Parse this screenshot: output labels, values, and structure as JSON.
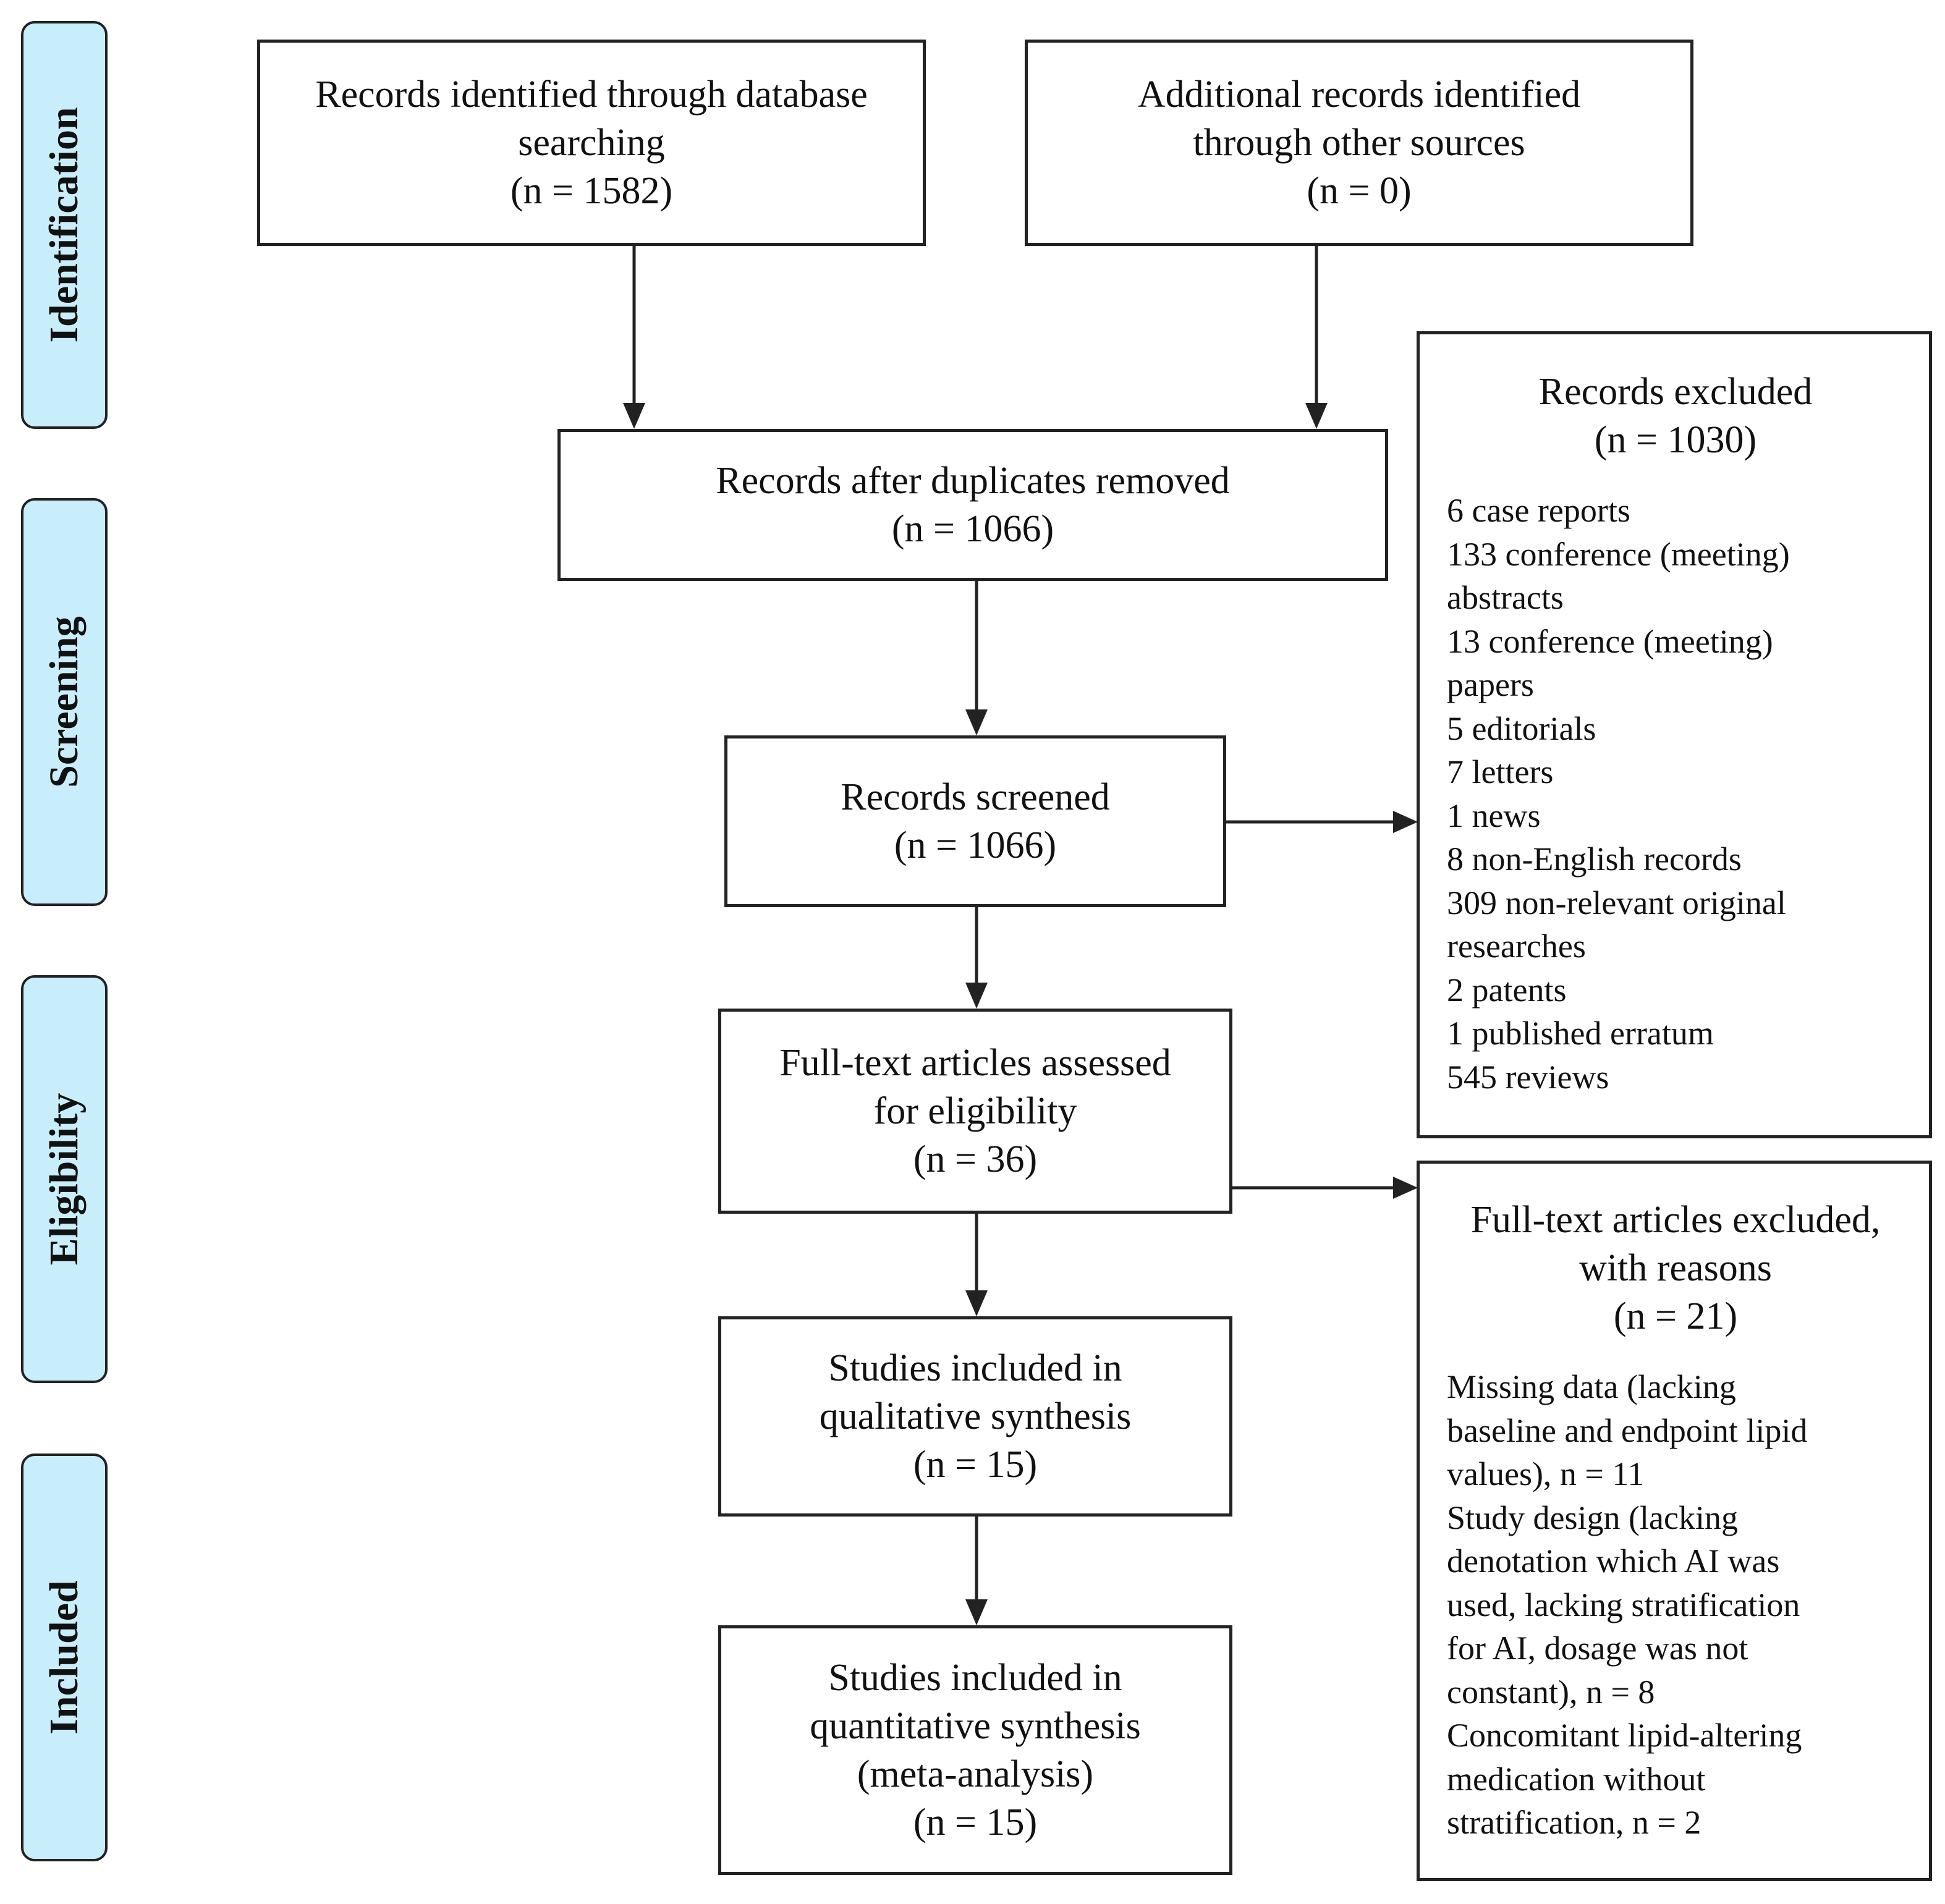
{
  "phases": {
    "identification": "Identification",
    "screening": "Screening",
    "eligibility": "Eligibility",
    "included": "Included"
  },
  "boxes": {
    "database": {
      "l1": "Records identified through database",
      "l2": "searching",
      "l3": "(n = 1582)"
    },
    "other": {
      "l1": "Additional records identified",
      "l2": "through other sources",
      "l3": "(n = 0)"
    },
    "duplicates": {
      "l1": "Records after duplicates removed",
      "l2": "(n = 1066)"
    },
    "screened": {
      "l1": "Records screened",
      "l2": "(n = 1066)"
    },
    "fulltext": {
      "l1": "Full-text articles assessed",
      "l2": "for eligibility",
      "l3": "(n = 36)"
    },
    "qualitative": {
      "l1": "Studies included in",
      "l2": "qualitative synthesis",
      "l3": "(n = 15)"
    },
    "quantitative": {
      "l1": "Studies included in",
      "l2": "quantitative synthesis",
      "l3": "(meta-analysis)",
      "l4": "(n = 15)"
    }
  },
  "records_excluded": {
    "title": "Records excluded",
    "count": "(n = 1030)",
    "lines": [
      "6 case reports",
      "133 conference (meeting)",
      "abstracts",
      "13 conference (meeting)",
      "papers",
      "5 editorials",
      "7 letters",
      "1 news",
      "8 non-English records",
      "309 non-relevant original",
      "researches",
      "2 patents",
      "1 published erratum",
      "545 reviews"
    ]
  },
  "fulltext_excluded": {
    "title1": "Full-text articles excluded,",
    "title2": "with reasons",
    "count": "(n = 21)",
    "lines": [
      "Missing data (lacking",
      "baseline and endpoint lipid",
      "values), n = 11",
      "Study design (lacking",
      "denotation which AI was",
      "used, lacking stratification",
      "for AI, dosage was not",
      "constant), n = 8",
      "Concomitant lipid-altering",
      "medication without",
      "stratification, n = 2"
    ]
  }
}
